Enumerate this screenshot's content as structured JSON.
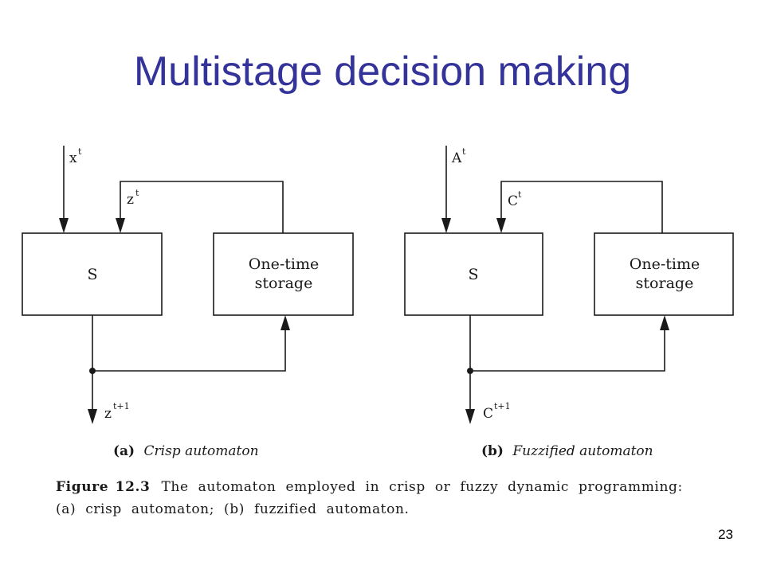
{
  "slide": {
    "title": "Multistage decision making",
    "page_number": "23"
  },
  "diagram": {
    "panel_a": {
      "box_s": "S",
      "box_storage_line1": "One-time",
      "box_storage_line2": "storage",
      "input_base": "x",
      "input_sup": "t",
      "state_base": "z",
      "state_sup": "t",
      "output_base": "z",
      "output_sup": "t+1",
      "caption_tag": "(a)",
      "caption_text": "Crisp automaton"
    },
    "panel_b": {
      "box_s": "S",
      "box_storage_line1": "One-time",
      "box_storage_line2": "storage",
      "input_base": "A",
      "input_sup": "t",
      "state_base": "C",
      "state_sup": "t",
      "output_base": "C",
      "output_sup": "t+1",
      "caption_tag": "(b)",
      "caption_text": "Fuzzified automaton"
    }
  },
  "figure_caption": {
    "label": "Figure 12.3",
    "line1": "The automaton employed in crisp or fuzzy dynamic programming:",
    "line2": "(a) crisp automaton; (b) fuzzified automaton."
  }
}
